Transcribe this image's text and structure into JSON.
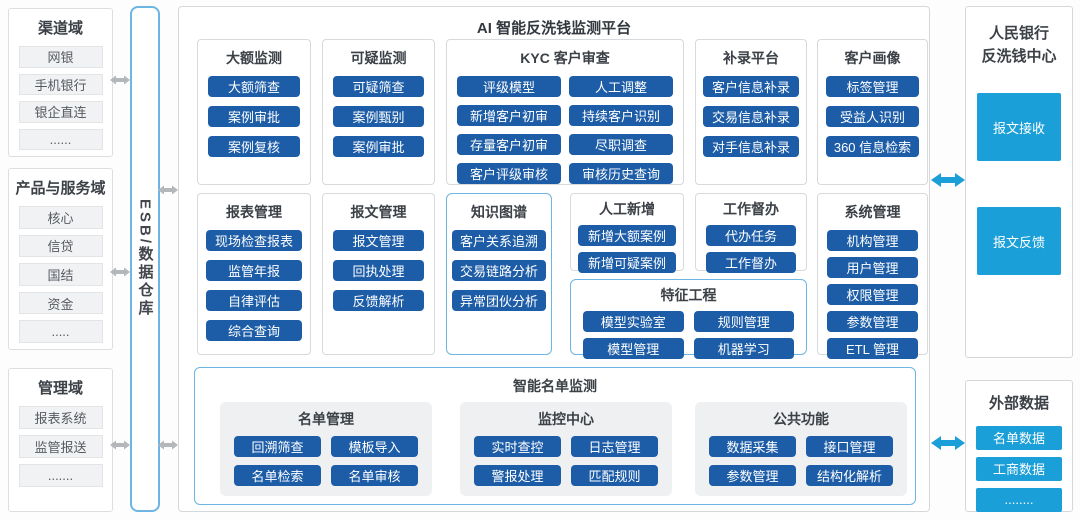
{
  "colors": {
    "button_blue": "#1d5da7",
    "cyan_blue": "#1b9fd8",
    "border_blue": "#6db5e2",
    "arrow_gray": "#b4b7ba"
  },
  "left_domains": [
    {
      "title": "渠道域",
      "items": [
        "网银",
        "手机银行",
        "银企直连",
        "......"
      ]
    },
    {
      "title": "产品与服务域",
      "items": [
        "核心",
        "信贷",
        "国结",
        "资金",
        "....."
      ]
    },
    {
      "title": "管理域",
      "items": [
        "报表系统",
        "监管报送",
        "......."
      ]
    }
  ],
  "esb": {
    "label": "ESB/数据仓库"
  },
  "platform": {
    "title": "AI 智能反洗钱监测平台",
    "row1": [
      {
        "title": "大额监测",
        "items": [
          "大额筛查",
          "案例审批",
          "案例复核"
        ]
      },
      {
        "title": "可疑监测",
        "items": [
          "可疑筛查",
          "案例甄别",
          "案例审批"
        ]
      },
      {
        "title": "KYC 客户审查",
        "items": [
          "评级模型",
          "人工调整",
          "新增客户初审",
          "持续客户识别",
          "存量客户初审",
          "尽职调查",
          "客户评级审核",
          "审核历史查询"
        ]
      },
      {
        "title": "补录平台",
        "items": [
          "客户信息补录",
          "交易信息补录",
          "对手信息补录"
        ]
      },
      {
        "title": "客户画像",
        "items": [
          "标签管理",
          "受益人识别",
          "360 信息检索"
        ]
      }
    ],
    "row2": [
      {
        "title": "报表管理",
        "items": [
          "现场检查报表",
          "监管年报",
          "自律评估",
          "综合查询"
        ]
      },
      {
        "title": "报文管理",
        "items": [
          "报文管理",
          "回执处理",
          "反馈解析"
        ]
      },
      {
        "title": "知识图谱",
        "items": [
          "客户关系追溯",
          "交易链路分析",
          "异常团伙分析"
        ]
      },
      {
        "title": "人工新增",
        "items": [
          "新增大额案例",
          "新增可疑案例"
        ]
      },
      {
        "title": "工作督办",
        "items": [
          "代办任务",
          "工作督办"
        ]
      },
      {
        "title": "特征工程",
        "items": [
          "模型实验室",
          "规则管理",
          "模型管理",
          "机器学习"
        ]
      },
      {
        "title": "系统管理",
        "items": [
          "机构管理",
          "用户管理",
          "权限管理",
          "参数管理",
          "ETL 管理"
        ]
      }
    ],
    "smart_list": {
      "title": "智能名单监测",
      "panels": [
        {
          "title": "名单管理",
          "items": [
            "回溯筛查",
            "模板导入",
            "名单检索",
            "名单审核"
          ]
        },
        {
          "title": "监控中心",
          "items": [
            "实时查控",
            "日志管理",
            "警报处理",
            "匹配规则"
          ]
        },
        {
          "title": "公共功能",
          "items": [
            "数据采集",
            "接口管理",
            "参数管理",
            "结构化解析"
          ]
        }
      ]
    }
  },
  "right_panels": [
    {
      "title_line1": "人民银行",
      "title_line2": "反洗钱中心",
      "items": [
        "报文接收",
        "报文反馈"
      ]
    },
    {
      "title": "外部数据",
      "items": [
        "名单数据",
        "工商数据",
        "........"
      ]
    }
  ]
}
